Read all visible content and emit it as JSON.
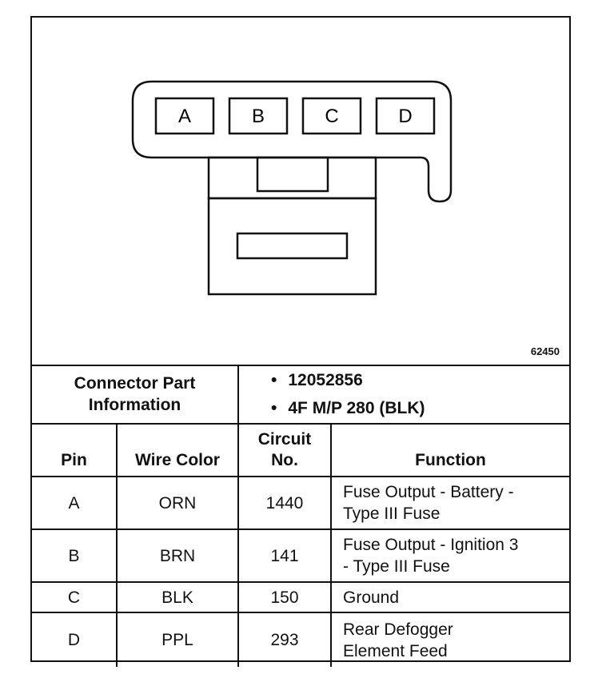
{
  "figure_number": "62450",
  "connector": {
    "pin_labels": [
      "A",
      "B",
      "C",
      "D"
    ]
  },
  "part_info": {
    "label_line1": "Connector Part",
    "label_line2": "Information",
    "items": [
      "12052856",
      "4F M/P 280 (BLK)"
    ]
  },
  "columns": {
    "pin": "Pin",
    "wire_color": "Wire Color",
    "circuit_line1": "Circuit",
    "circuit_line2": "No.",
    "function": "Function"
  },
  "rows": [
    {
      "pin": "A",
      "wire_color": "ORN",
      "circuit": "1440",
      "function_line1": "Fuse Output - Battery -",
      "function_line2": "Type III Fuse"
    },
    {
      "pin": "B",
      "wire_color": "BRN",
      "circuit": "141",
      "function_line1": "Fuse Output - Ignition 3",
      "function_line2": "- Type III Fuse"
    },
    {
      "pin": "C",
      "wire_color": "BLK",
      "circuit": "150",
      "function_line1": "Ground",
      "function_line2": ""
    },
    {
      "pin": "D",
      "wire_color": "PPL",
      "circuit": "293",
      "function_line1": "Rear Defogger",
      "function_line2": "Element Feed"
    }
  ]
}
